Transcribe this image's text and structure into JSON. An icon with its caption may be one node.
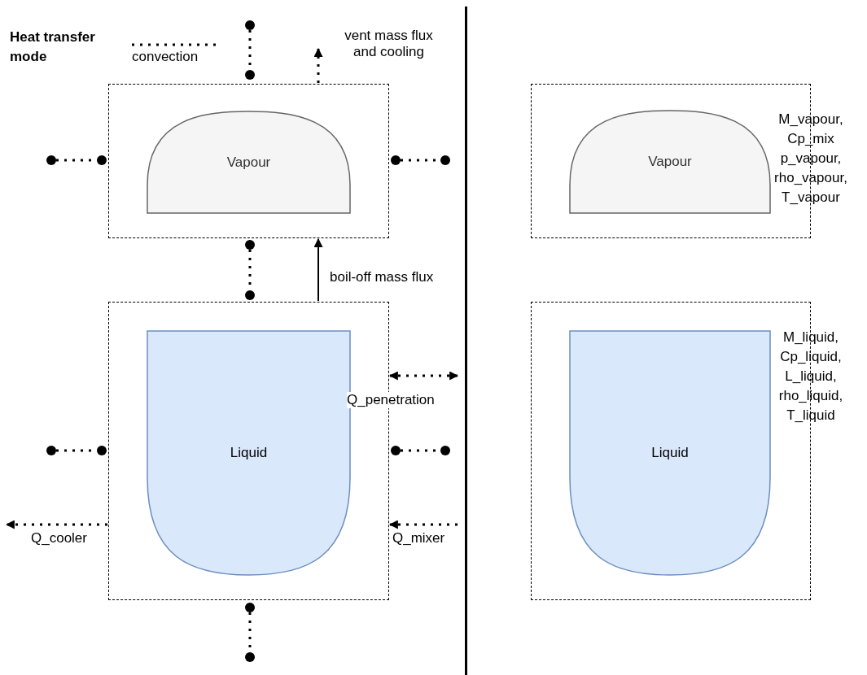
{
  "diagram": {
    "nodes": [
      {
        "text": [],
        "shape": "circle"
      },
      {
        "text": [],
        "shape": "circle"
      },
      {
        "text": [],
        "shape": "box"
      },
      {
        "text": [
          "Vapour"
        ],
        "in": 2
      },
      {
        "text": [],
        "shape": "box",
        "beside": [
          "M_vapour, Cp_mix p_vapour, rho_vapour, T_vapour"
        ]
      },
      {
        "text": [
          "Vapour"
        ],
        "in": 4
      },
      {
        "text": [],
        "shape": "circle"
      },
      {
        "text": [],
        "shape": "circle"
      },
      {
        "text": [],
        "shape": "circle"
      },
      {
        "text": [],
        "shape": "circle"
      },
      {
        "text": [],
        "shape": "circle"
      },
      {
        "text": [],
        "shape": "circle"
      },
      {
        "text": [],
        "shape": "box"
      },
      {
        "text": [
          "Liquid"
        ],
        "in": 12
      },
      {
        "text": [],
        "shape": "box",
        "beside": [
          "M_liquid, Cp_liquid, L_liquid, rho_liquid, T_liquid"
        ]
      },
      {
        "text": [
          "Liquid"
        ],
        "in": 14
      },
      {
        "text": [],
        "shape": "circle"
      },
      {
        "text": [],
        "shape": "circle"
      },
      {
        "text": [],
        "shape": "circle"
      },
      {
        "text": [],
        "shape": "circle"
      },
      {
        "text": [],
        "shape": "circle"
      },
      {
        "text": [],
        "shape": "circle"
      }
    ],
    "edges": [
      {
        "from": 0,
        "to": 1,
        "arrow": "none",
        "style": "dashed"
      },
      {
        "from": 2,
        "to": null,
        "arrow": "to",
        "style": "dashed",
        "label": "vent mass flux and cooling"
      },
      {
        "from": 6,
        "to": 7,
        "arrow": "none",
        "style": "dashed"
      },
      {
        "from": 8,
        "to": 9,
        "arrow": "none",
        "style": "dashed"
      },
      {
        "from": 10,
        "to": 11,
        "arrow": "none",
        "style": "dashed"
      },
      {
        "from": 12,
        "to": 2,
        "arrow": "to",
        "label": "boil-off mass flux"
      },
      {
        "from": 12,
        "to": null,
        "arrow": "both",
        "style": "dashed",
        "label": "Q_penetration"
      },
      {
        "from": 16,
        "to": 17,
        "arrow": "none",
        "style": "dashed"
      },
      {
        "from": 18,
        "to": 19,
        "arrow": "none",
        "style": "dashed"
      },
      {
        "from": 12,
        "to": null,
        "arrow": "to",
        "style": "dashed",
        "label": "Q_cooler"
      },
      {
        "from": null,
        "to": 12,
        "arrow": "to",
        "style": "dashed",
        "label": "Q_mixer"
      },
      {
        "from": 20,
        "to": 21,
        "arrow": "none",
        "style": "dashed"
      }
    ],
    "labels": [
      "Heat transfer mode"
    ],
    "legend": [
      {
        "text": "convection"
      }
    ]
  }
}
